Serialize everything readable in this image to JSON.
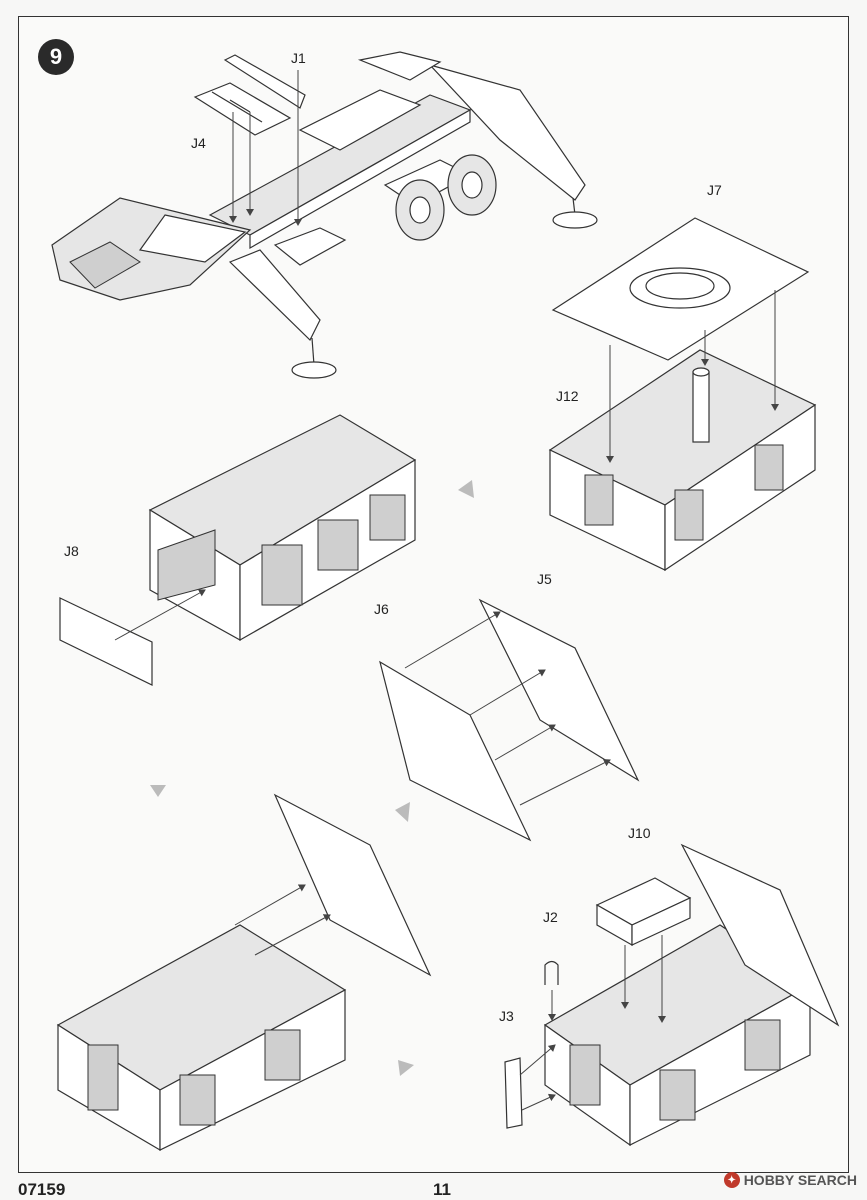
{
  "step": {
    "number": "9"
  },
  "parts": {
    "j1": "J1",
    "j4": "J4",
    "j7": "J7",
    "j12": "J12",
    "j8": "J8",
    "j5": "J5",
    "j6": "J6",
    "j10": "J10",
    "j2": "J2",
    "j3": "J3"
  },
  "footer": {
    "kit_number": "07159",
    "page_number": "11"
  },
  "watermark": {
    "text": "HOBBY SEARCH"
  }
}
